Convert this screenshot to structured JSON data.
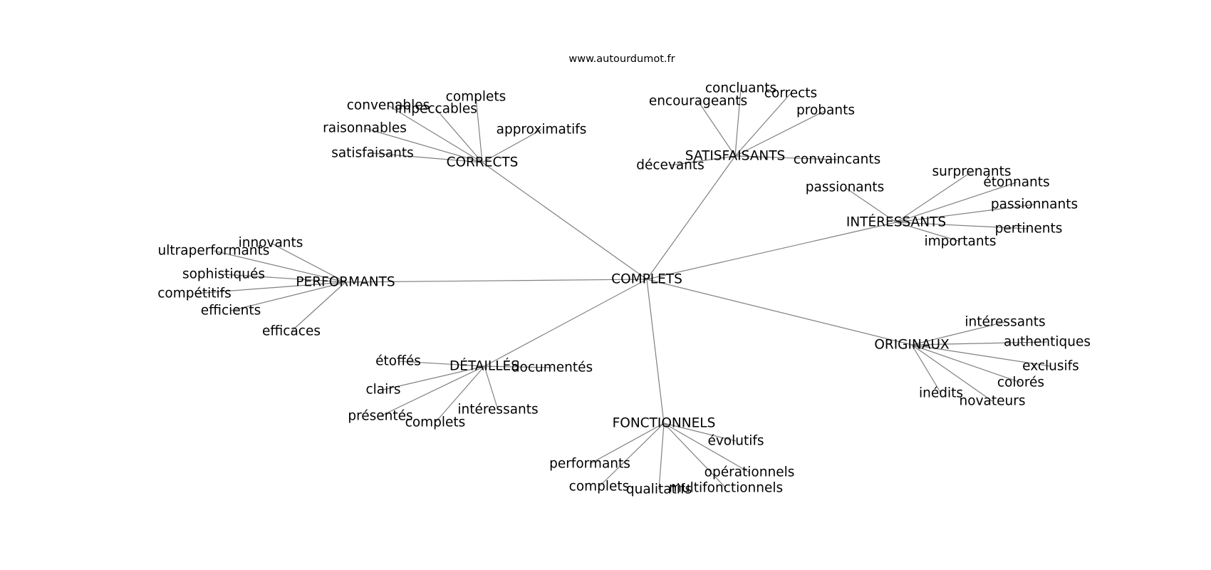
{
  "site": "www.autourdumot.fr",
  "colors": {
    "edge": "#808080",
    "text": "#000000",
    "background": "#ffffff"
  },
  "graph": {
    "center": {
      "label": "COMPLETS"
    },
    "hubs": [
      {
        "label": "CORRECTS",
        "leaves": [
          "convenables",
          "impeccables",
          "complets",
          "approximatifs",
          "raisonnables",
          "satisfaisants"
        ]
      },
      {
        "label": "SATISFAISANTS",
        "leaves": [
          "concluants",
          "encourageants",
          "corrects",
          "probants",
          "décevants",
          "convaincants"
        ]
      },
      {
        "label": "INTÉRESSANTS",
        "leaves": [
          "passionants",
          "surprenants",
          "étonnants",
          "passionnants",
          "pertinents",
          "importants"
        ]
      },
      {
        "label": "PERFORMANTS",
        "leaves": [
          "innovants",
          "ultraperformants",
          "sophistiqués",
          "compétitifs",
          "efficients",
          "efficaces"
        ]
      },
      {
        "label": "DÉTAILLÉS",
        "leaves": [
          "étoffés",
          "documentés",
          "clairs",
          "présentés",
          "complets",
          "intéressants"
        ]
      },
      {
        "label": "ORIGINAUX",
        "leaves": [
          "intéressants",
          "authentiques",
          "exclusifs",
          "colorés",
          "inédits",
          "novateurs"
        ]
      },
      {
        "label": "FONCTIONNELS",
        "leaves": [
          "évolutifs",
          "performants",
          "opérationnels",
          "complets",
          "qualitatifs",
          "multifonctionnels"
        ]
      }
    ]
  }
}
